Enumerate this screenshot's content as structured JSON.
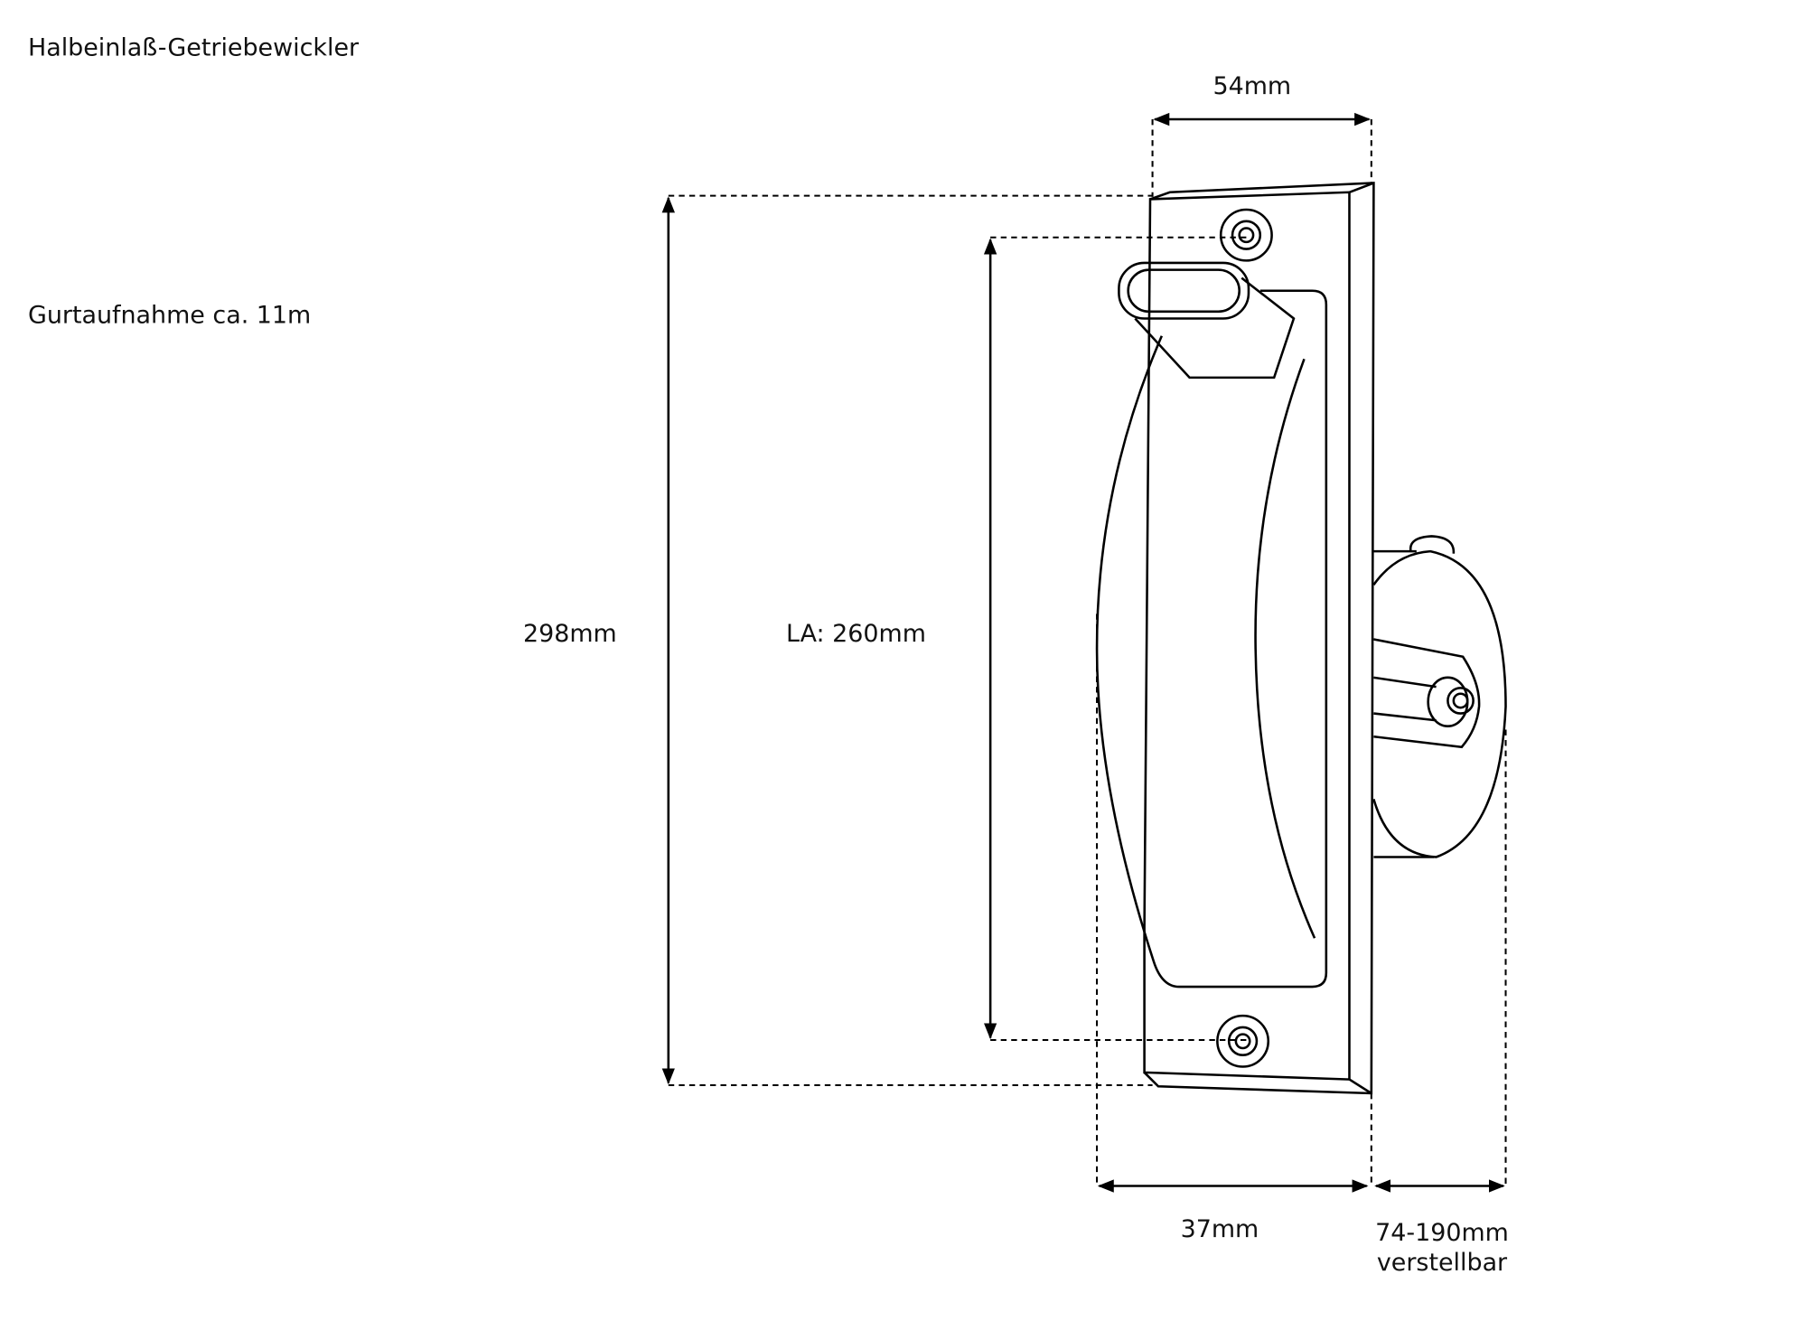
{
  "title": "Halbeinlaß-Getriebewickler",
  "subtitle": "Gurtaufnahme ca. 11m",
  "dimensions": {
    "width_top": "54mm",
    "height_total": "298mm",
    "hole_distance": "LA: 260mm",
    "depth_front": "37mm",
    "depth_adjustable": "74-190mm",
    "adjustable_label": "verstellbar"
  },
  "colors": {
    "line": "#000000",
    "background": "#ffffff"
  }
}
